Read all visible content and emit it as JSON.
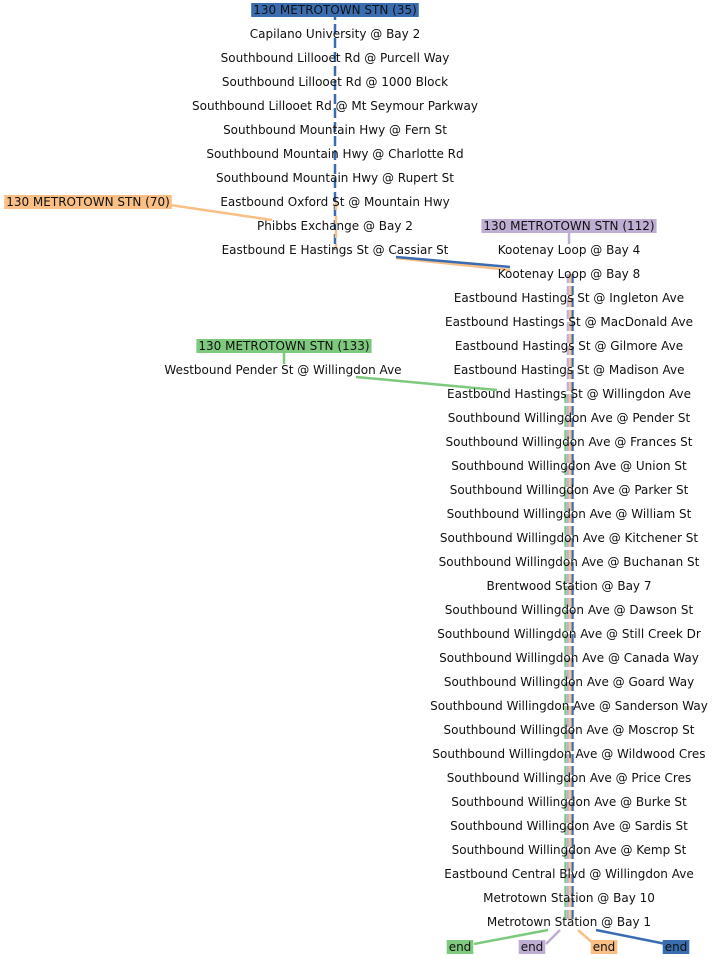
{
  "colors": {
    "r35": "#3a6db0",
    "r70": "#f9bf85",
    "r112": "#bfaed4",
    "r133": "#7fc97f"
  },
  "routes": [
    {
      "id": "r35",
      "label": "130 METROTOWN STN (35)",
      "color": "#3a6db0"
    },
    {
      "id": "r70",
      "label": "130 METROTOWN STN (70)",
      "color": "#f9bf85"
    },
    {
      "id": "r112",
      "label": "130 METROTOWN STN (112)",
      "color": "#bfaed4"
    },
    {
      "id": "r133",
      "label": "130 METROTOWN STN (133)",
      "color": "#7fc97f"
    }
  ],
  "stops_upper": [
    "Capilano University @ Bay 2",
    "Southbound Lillooet Rd @ Purcell Way",
    "Southbound Lillooet Rd @ 1000 Block",
    "Southbound Lillooet Rd @ Mt Seymour Parkway",
    "Southbound Mountain Hwy @ Fern St",
    "Southbound Mountain Hwy @ Charlotte Rd",
    "Southbound Mountain Hwy @ Rupert St",
    "Eastbound Oxford St @ Mountain Hwy",
    "Phibbs Exchange @ Bay 2",
    "Eastbound E Hastings St @ Cassiar St"
  ],
  "pender_stop": "Westbound Pender St @ Willingdon Ave",
  "stops_trunk": [
    "Kootenay Loop @ Bay 4",
    "Kootenay Loop @ Bay 8",
    "Eastbound Hastings St @ Ingleton Ave",
    "Eastbound Hastings St @ MacDonald Ave",
    "Eastbound Hastings St @ Gilmore Ave",
    "Eastbound Hastings St @ Madison Ave",
    "Eastbound Hastings St @ Willingdon Ave",
    "Southbound Willingdon Ave @ Pender St",
    "Southbound Willingdon Ave @ Frances St",
    "Southbound Willingdon Ave @ Union St",
    "Southbound Willingdon Ave @ Parker St",
    "Southbound Willingdon Ave @ William St",
    "Southbound Willingdon Ave @ Kitchener St",
    "Southbound Willingdon Ave @ Buchanan St",
    "Brentwood Station @ Bay 7",
    "Southbound Willingdon Ave @ Dawson St",
    "Southbound Willingdon Ave @ Still Creek Dr",
    "Southbound Willingdon Ave @ Canada Way",
    "Southbound Willingdon Ave @ Goard Way",
    "Southbound Willingdon Ave @ Sanderson Way",
    "Southbound Willingdon Ave @ Moscrop St",
    "Southbound Willingdon Ave @ Wildwood Cres",
    "Southbound Willingdon Ave @ Price Cres",
    "Southbound Willingdon Ave @ Burke St",
    "Southbound Willingdon Ave @ Sardis St",
    "Southbound Willingdon Ave @ Kemp St",
    "Eastbound Central Blvd @ Willingdon Ave",
    "Metrotown Station @ Bay 10",
    "Metrotown Station @ Bay 1"
  ],
  "end_labels": [
    {
      "route": "r133",
      "label": "end"
    },
    {
      "route": "r112",
      "label": "end"
    },
    {
      "route": "r70",
      "label": "end"
    },
    {
      "route": "r35",
      "label": "end"
    }
  ]
}
